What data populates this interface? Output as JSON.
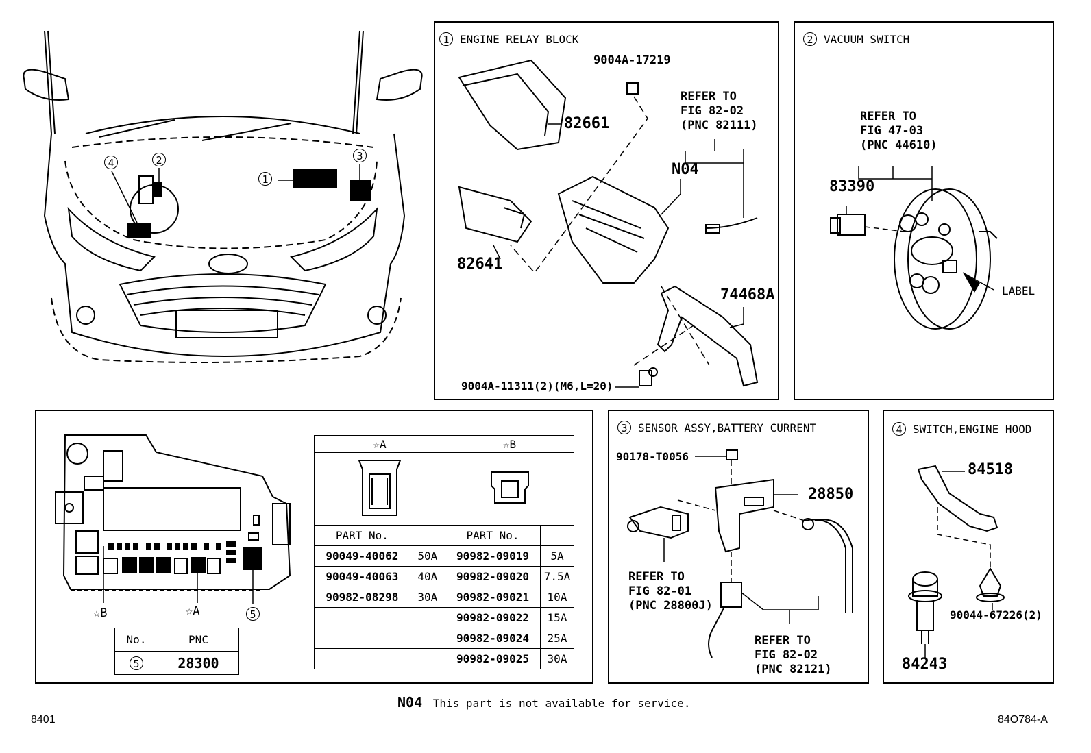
{
  "panels": {
    "engine_relay_block": {
      "num": "1",
      "title": "ENGINE RELAY BLOCK",
      "parts": [
        "9004A-17219",
        "82661",
        "N04",
        "82641",
        "74468A",
        "9004A-11311(2)(M6,L=20)"
      ],
      "refer": [
        "REFER TO",
        "FIG 82-02",
        "(PNC 82111)"
      ]
    },
    "vacuum_switch": {
      "num": "2",
      "title": "VACUUM SWITCH",
      "refer": [
        "REFER TO",
        "FIG 47-03",
        "(PNC 44610)"
      ],
      "part": "83390",
      "label": "LABEL"
    },
    "battery_sensor": {
      "num": "3",
      "title": "SENSOR ASSY,BATTERY CURRENT",
      "parts": [
        "90178-T0056",
        "28850"
      ],
      "refer1": [
        "REFER TO",
        "FIG 82-01",
        "(PNC 28800J)"
      ],
      "refer2": [
        "REFER TO",
        "FIG 82-02",
        "(PNC 82121)"
      ]
    },
    "hood_switch": {
      "num": "4",
      "title": "SWITCH,ENGINE HOOD",
      "parts": [
        "84518",
        "90044-67226(2)",
        "84243"
      ]
    }
  },
  "car_callouts": [
    "1",
    "2",
    "3",
    "4"
  ],
  "fuse_box": {
    "label_b": "☆B",
    "label_a": "☆A",
    "callout": "5",
    "pnc_table": {
      "col_no": "No.",
      "col_pnc": "PNC",
      "row_no": "5",
      "row_pnc": "28300"
    }
  },
  "fuse_table": {
    "head_a": "☆A",
    "head_b": "☆B",
    "col_part": "PART No.",
    "rows": [
      {
        "a_part": "90049-40062",
        "a_amp": "50A",
        "b_part": "90982-09019",
        "b_amp": "5A"
      },
      {
        "a_part": "90049-40063",
        "a_amp": "40A",
        "b_part": "90982-09020",
        "b_amp": "7.5A"
      },
      {
        "a_part": "90982-08298",
        "a_amp": "30A",
        "b_part": "90982-09021",
        "b_amp": "10A"
      },
      {
        "a_part": "",
        "a_amp": "",
        "b_part": "90982-09022",
        "b_amp": "15A"
      },
      {
        "a_part": "",
        "a_amp": "",
        "b_part": "90982-09024",
        "b_amp": "25A"
      },
      {
        "a_part": "",
        "a_amp": "",
        "b_part": "90982-09025",
        "b_amp": "30A"
      }
    ]
  },
  "footnote": {
    "code": "N04",
    "text": "This part is not available for service."
  },
  "page_id": "8401",
  "figure_id": "84O784-A"
}
